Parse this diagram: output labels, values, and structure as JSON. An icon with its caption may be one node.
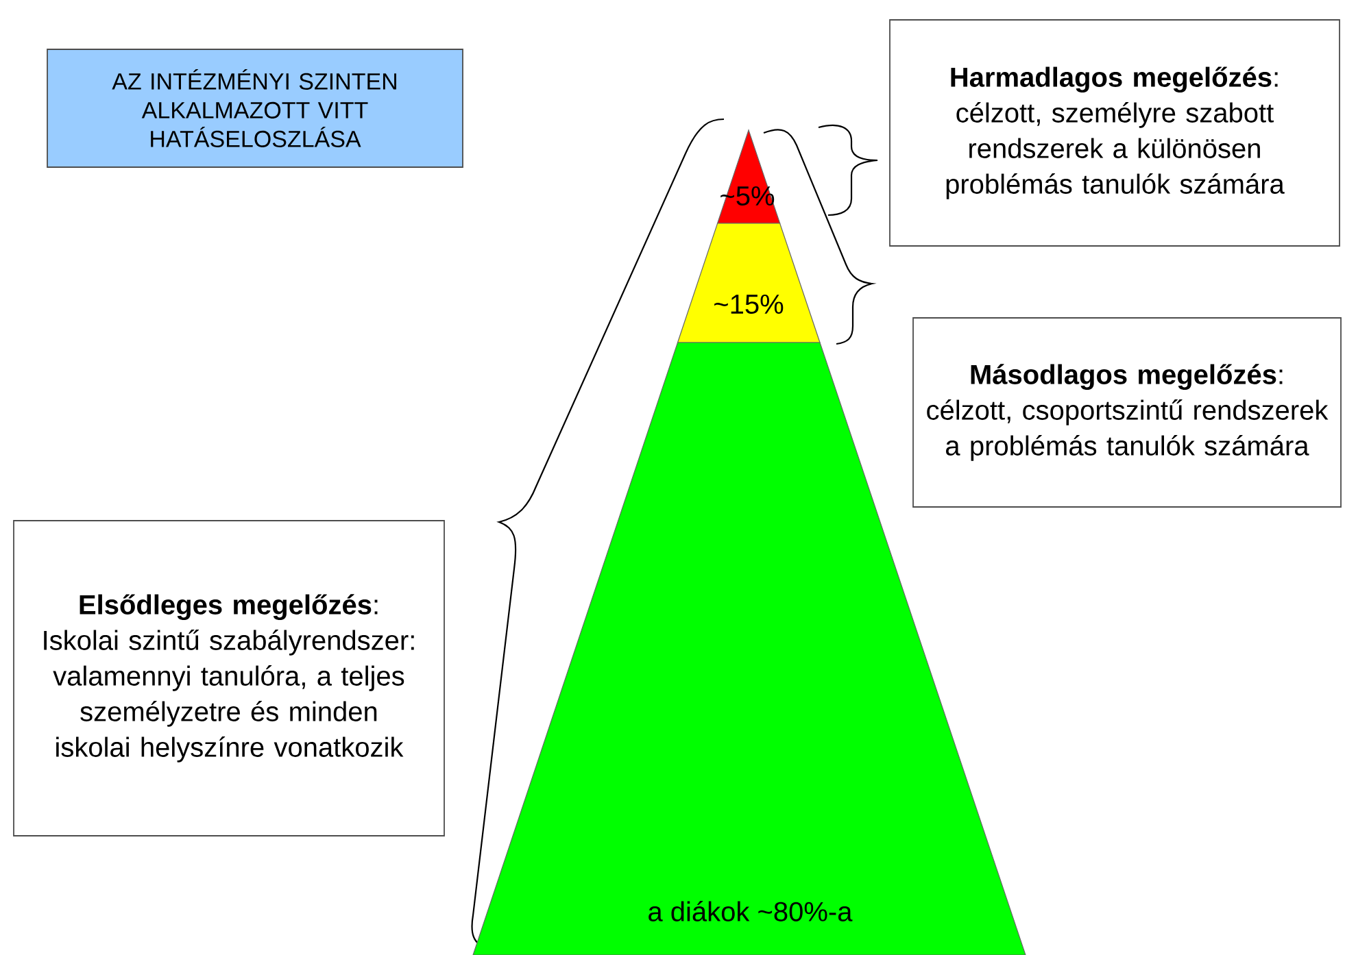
{
  "diagram": {
    "nodes": [
      {
        "text": [
          "AZ INTÉZMÉNYI SZINTEN ALKALMAZOTT VITT HATÁSELOSZLÁSA"
        ]
      },
      {
        "text": [
          "**Harmadlagos megelőzés**:",
          "célzott, személyre szabott rendszerek a különösen problémás tanulók számára"
        ]
      },
      {
        "text": [
          "~5%"
        ]
      },
      {
        "text": [
          "~15%"
        ]
      },
      {
        "text": [
          "**Másodlagos megelőzés**:",
          "célzott, csoportszintű rendszerek a problémás tanulók számára"
        ]
      },
      {
        "text": [
          "**Elsődleges megelőzés**:",
          "Iskolai szintű szabályrendszer: valamennyi tanulóra, a teljes személyzetre és minden iskolai helyszínre vonatkozik"
        ]
      },
      {
        "text": [
          "a diákok ~80%-a"
        ]
      }
    ]
  }
}
